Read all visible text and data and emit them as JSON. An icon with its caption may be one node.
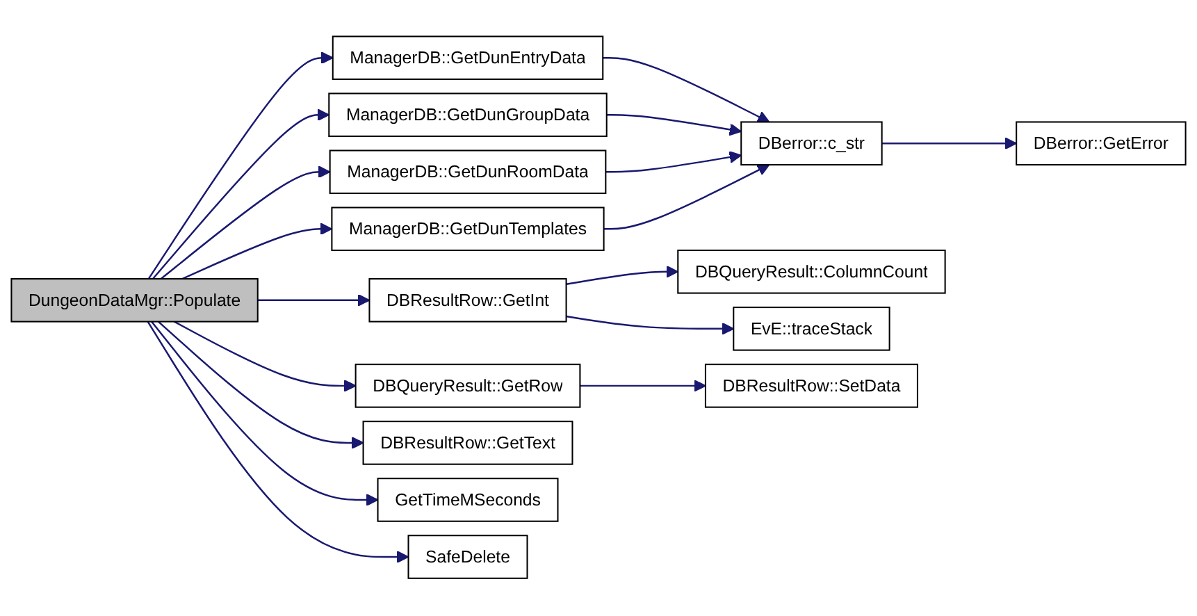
{
  "diagram": {
    "nodes": [
      {
        "text": [
          "DungeonDataMgr::Populate"
        ]
      },
      {
        "text": [
          "ManagerDB::GetDunEntryData"
        ]
      },
      {
        "text": [
          "ManagerDB::GetDunGroupData"
        ]
      },
      {
        "text": [
          "ManagerDB::GetDunRoomData"
        ]
      },
      {
        "text": [
          "ManagerDB::GetDunTemplates"
        ]
      },
      {
        "text": [
          "DBResultRow::GetInt"
        ]
      },
      {
        "text": [
          "DBQueryResult::GetRow"
        ]
      },
      {
        "text": [
          "DBResultRow::GetText"
        ]
      },
      {
        "text": [
          "GetTimeMSeconds"
        ]
      },
      {
        "text": [
          "SafeDelete"
        ]
      },
      {
        "text": [
          "DBerror::c_str"
        ]
      },
      {
        "text": [
          "DBerror::GetError"
        ]
      },
      {
        "text": [
          "DBQueryResult::ColumnCount"
        ]
      },
      {
        "text": [
          "EvE::traceStack"
        ]
      },
      {
        "text": [
          "DBResultRow::SetData"
        ]
      }
    ],
    "edges": [
      {
        "from": 0,
        "to": 1,
        "arrow": "to"
      },
      {
        "from": 0,
        "to": 2,
        "arrow": "to"
      },
      {
        "from": 0,
        "to": 3,
        "arrow": "to"
      },
      {
        "from": 0,
        "to": 4,
        "arrow": "to"
      },
      {
        "from": 0,
        "to": 5,
        "arrow": "to"
      },
      {
        "from": 0,
        "to": 6,
        "arrow": "to"
      },
      {
        "from": 0,
        "to": 7,
        "arrow": "to"
      },
      {
        "from": 0,
        "to": 8,
        "arrow": "to"
      },
      {
        "from": 0,
        "to": 9,
        "arrow": "to"
      },
      {
        "from": 1,
        "to": 10,
        "arrow": "to"
      },
      {
        "from": 2,
        "to": 10,
        "arrow": "to"
      },
      {
        "from": 3,
        "to": 10,
        "arrow": "to"
      },
      {
        "from": 4,
        "to": 10,
        "arrow": "to"
      },
      {
        "from": 10,
        "to": 11,
        "arrow": "to"
      },
      {
        "from": 5,
        "to": 12,
        "arrow": "to"
      },
      {
        "from": 5,
        "to": 13,
        "arrow": "to"
      },
      {
        "from": 6,
        "to": 14,
        "arrow": "to"
      }
    ]
  }
}
